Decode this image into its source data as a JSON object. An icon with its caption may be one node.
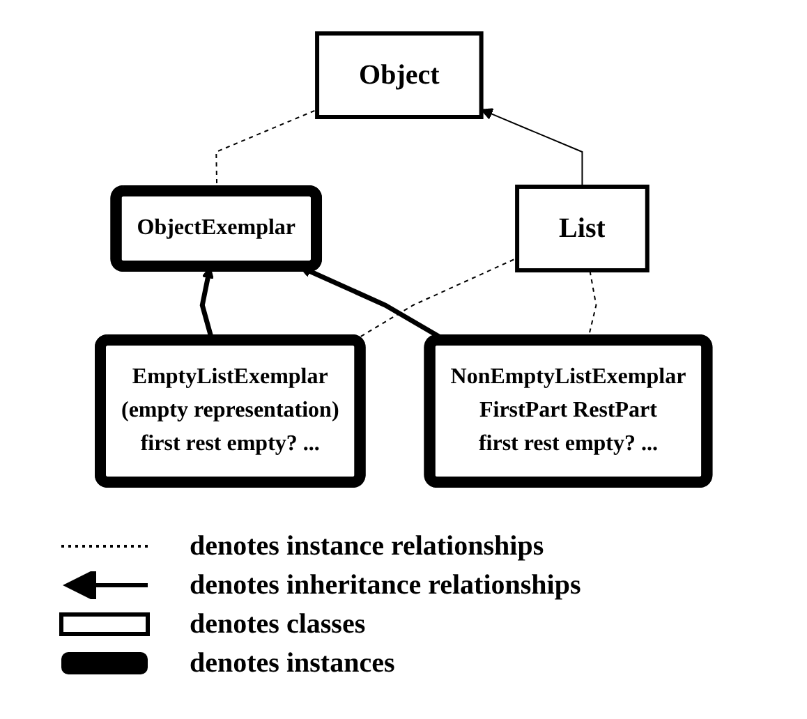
{
  "diagram": {
    "nodes": [
      {
        "text": [
          "Object"
        ]
      },
      {
        "text": [
          "ObjectExemplar"
        ]
      },
      {
        "text": [
          "List"
        ]
      },
      {
        "text": [
          "EmptyListExemplar",
          "(empty representation)",
          "first rest empty? ..."
        ]
      },
      {
        "text": [
          "NonEmptyListExemplar",
          "FirstPart RestPart",
          "first rest empty? ..."
        ]
      }
    ],
    "edges": [
      {
        "from": 1,
        "to": 0,
        "arrow": "none",
        "style": "dashed"
      },
      {
        "from": 2,
        "to": 0,
        "arrow": "to"
      },
      {
        "from": 3,
        "to": 1,
        "arrow": "to",
        "style": "thick"
      },
      {
        "from": 4,
        "to": 1,
        "arrow": "to",
        "style": "thick"
      },
      {
        "from": 3,
        "to": 2,
        "arrow": "none",
        "style": "dashed"
      },
      {
        "from": 4,
        "to": 2,
        "arrow": "none",
        "style": "dashed"
      }
    ],
    "legend": [
      {
        "text": "denotes instance relationships"
      },
      {
        "text": "denotes inheritance relationships"
      },
      {
        "text": "denotes classes"
      },
      {
        "text": "denotes instances"
      }
    ]
  }
}
